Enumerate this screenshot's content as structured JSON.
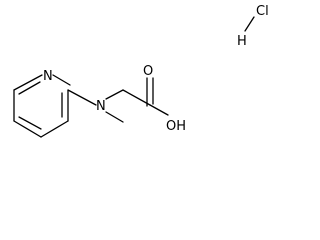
{
  "structure": {
    "atoms": {
      "ring_nitrogen": "N",
      "amine_nitrogen": "N",
      "carbonyl_oxygen": "O",
      "hydroxyl": "OH",
      "salt_chlorine": "Cl",
      "salt_hydrogen": "H"
    },
    "colors": {
      "ink": "#000000",
      "background": "#ffffff"
    }
  }
}
